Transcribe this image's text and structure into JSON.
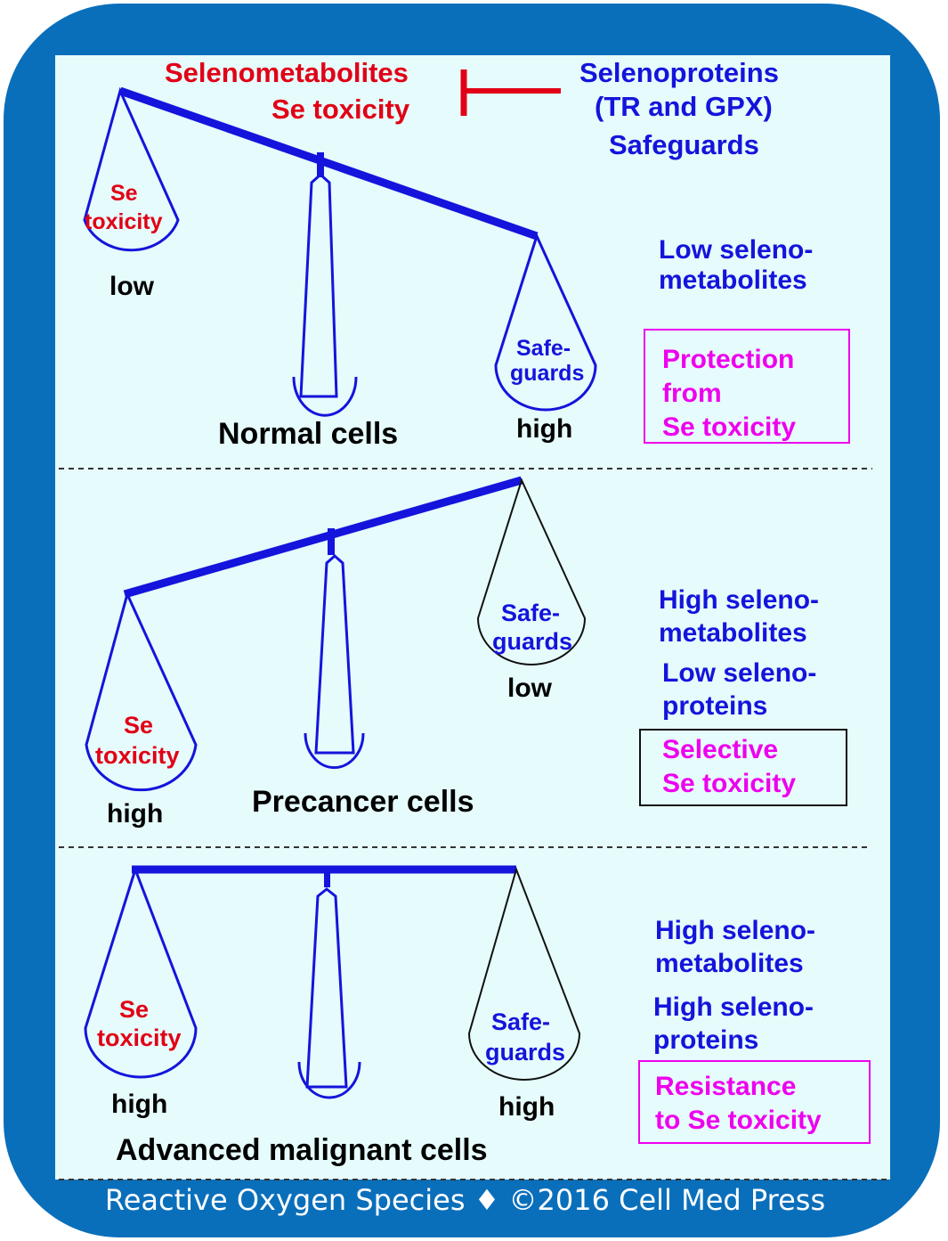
{
  "header": {
    "selenometabolites": "Selenometabolites",
    "se_toxicity": "Se toxicity",
    "selenoproteins": "Selenoproteins",
    "tr_gpx": "(TR and GPX)",
    "safeguards": "Safeguards"
  },
  "panels": [
    {
      "title": "Normal cells",
      "left_pan": [
        "Se",
        "toxicity"
      ],
      "left_level": "low",
      "right_pan": [
        "Safe-",
        "guards"
      ],
      "right_level": "high",
      "descriptions": [
        "Low seleno-",
        "metabolites"
      ],
      "outcome": [
        "Protection",
        "from",
        "Se toxicity"
      ]
    },
    {
      "title": "Precancer cells",
      "left_pan": [
        "Se",
        "toxicity"
      ],
      "left_level": "high",
      "right_pan": [
        "Safe-",
        "guards"
      ],
      "right_level": "low",
      "descriptions": [
        "High seleno-",
        "metabolites",
        "Low seleno-",
        "proteins"
      ],
      "outcome": [
        "Selective",
        "Se toxicity"
      ]
    },
    {
      "title": "Advanced malignant cells",
      "left_pan": [
        "Se",
        "toxicity"
      ],
      "left_level": "high",
      "right_pan": [
        "Safe-",
        "guards"
      ],
      "right_level": "high",
      "descriptions": [
        "High seleno-",
        "metabolites",
        "High seleno-",
        "proteins"
      ],
      "outcome": [
        "Resistance",
        "to Se toxicity"
      ]
    }
  ],
  "footer": "Reactive Oxygen Species ♦ ©2016 Cell Med Press",
  "colors": {
    "frame": "#0a6fbb",
    "panel_bg": "#e6fbfb",
    "blue": "#1414dc",
    "red": "#e10016",
    "magenta": "#ee00ee"
  }
}
